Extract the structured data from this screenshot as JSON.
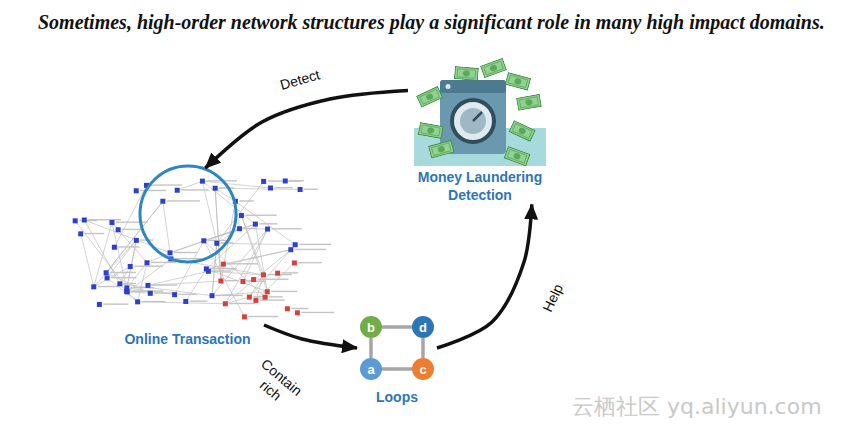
{
  "diagram": {
    "title": "Sometimes, high-order network structures play a significant role in many high impact domains.",
    "nodes": [
      {
        "text": [
          "Online Transaction"
        ]
      },
      {
        "text": [
          "Money Laundering Detection"
        ]
      },
      {
        "text": [
          "Loops"
        ]
      },
      {
        "text": [
          "b"
        ],
        "in": 2
      },
      {
        "text": [
          "d"
        ],
        "in": 2
      },
      {
        "text": [
          "a"
        ],
        "in": 2
      },
      {
        "text": [
          "c"
        ],
        "in": 2
      }
    ],
    "edges": [
      {
        "from": 1,
        "to": 0,
        "label": "Detect",
        "arrow": "to"
      },
      {
        "from": 0,
        "to": 2,
        "label": "Contain rich",
        "arrow": "to"
      },
      {
        "from": 2,
        "to": 1,
        "label": "Help",
        "arrow": "to"
      },
      {
        "from": 3,
        "to": 4,
        "arrow": "none"
      },
      {
        "from": 4,
        "to": 6,
        "arrow": "none"
      },
      {
        "from": 6,
        "to": 5,
        "arrow": "none"
      },
      {
        "from": 5,
        "to": 3,
        "arrow": "none"
      }
    ],
    "labels": [
      "云栖社区 yq.aliyun.com"
    ]
  }
}
